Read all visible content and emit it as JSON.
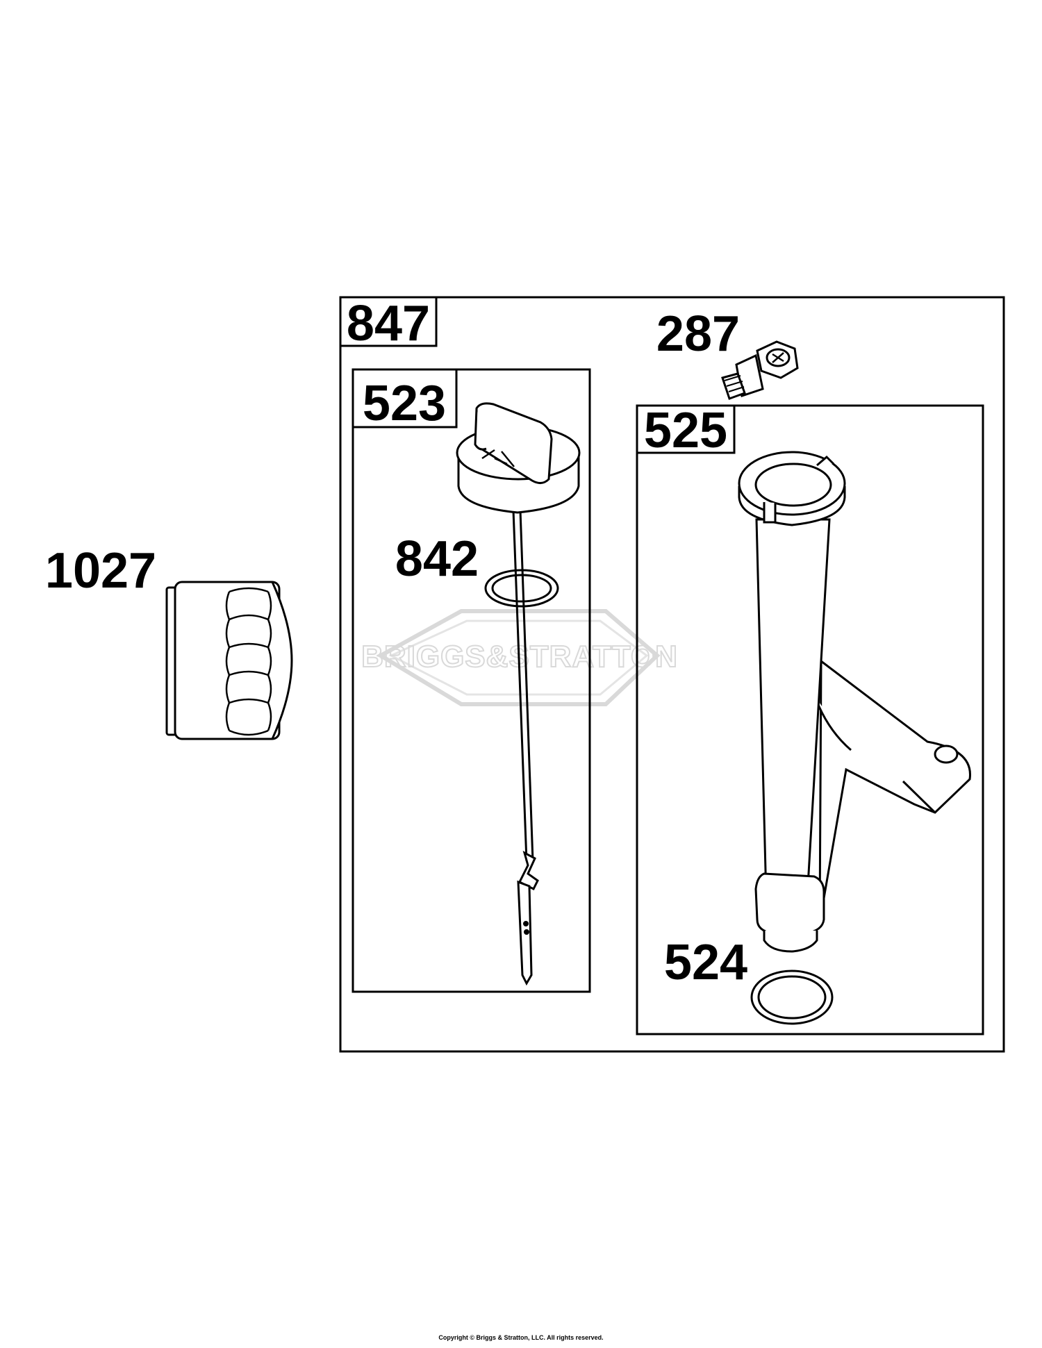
{
  "parts": {
    "p1027": "1027",
    "p847": "847",
    "p287": "287",
    "p523": "523",
    "p525": "525",
    "p842": "842",
    "p524": "524"
  },
  "watermark": "BRIGGS&STRATTON",
  "copyright": "Copyright © Briggs & Stratton, LLC. All rights reserved."
}
